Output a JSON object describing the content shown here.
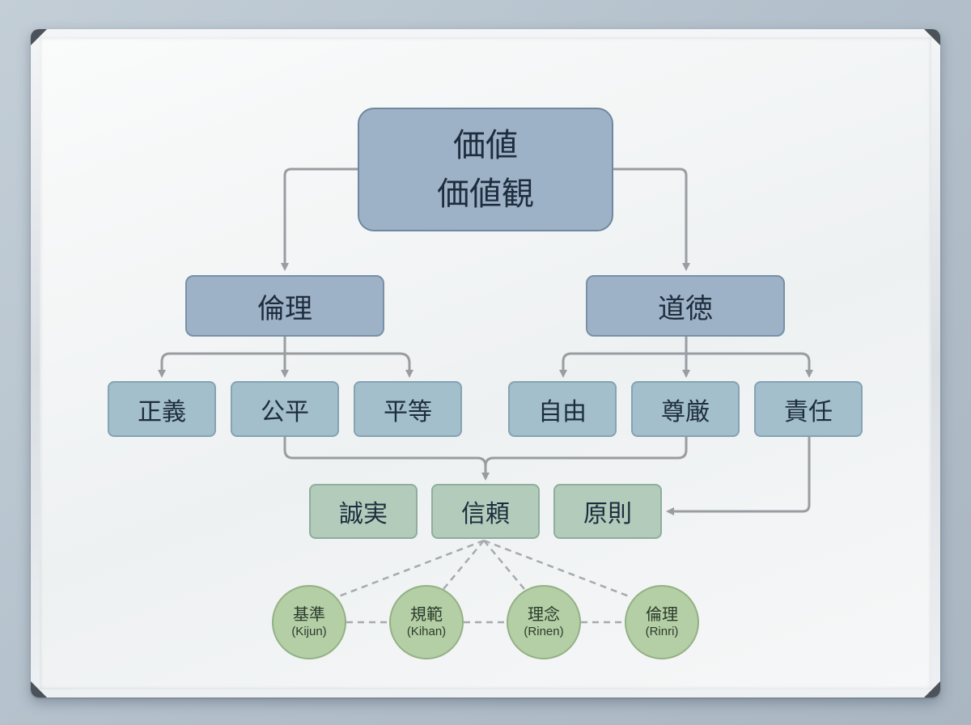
{
  "diagram": {
    "root": {
      "line1": "価値",
      "line2": "価値観"
    },
    "branches": {
      "left": "倫理",
      "right": "道徳"
    },
    "left_children": [
      "正義",
      "公平",
      "平等"
    ],
    "right_children": [
      "自由",
      "尊厳",
      "責任"
    ],
    "bottom_row": [
      "誠実",
      "信頼",
      "原則"
    ],
    "circles": [
      {
        "kanji": "基準",
        "roma": "(Kijun)"
      },
      {
        "kanji": "規範",
        "roma": "(Kihan)"
      },
      {
        "kanji": "理念",
        "roma": "(Rinen)"
      },
      {
        "kanji": "倫理",
        "roma": "(Rinri)"
      }
    ]
  },
  "colors": {
    "root_fill": "#9db2c7",
    "level2_fill": "#9eb2c7",
    "level3_fill": "#a3bfcb",
    "level4_fill": "#b2cbbb",
    "circle_fill": "#b4cea6",
    "connector": "#999da1"
  }
}
